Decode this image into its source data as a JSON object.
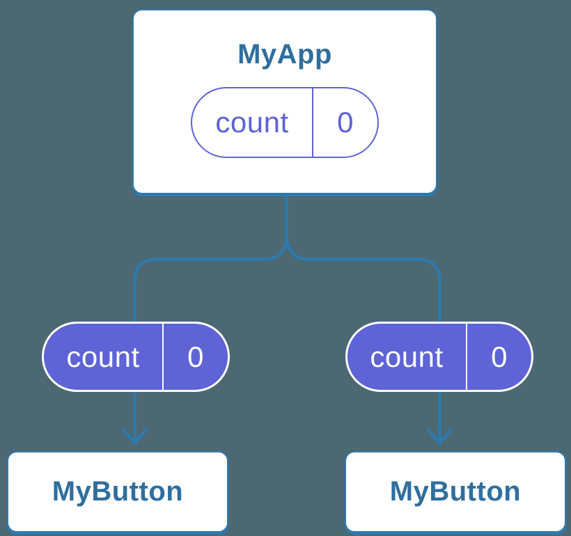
{
  "colors": {
    "background": "#4C6873",
    "connector": "#2E7AAE",
    "card_bg": "#FFFFFF",
    "card_text": "#2F6F9E",
    "purple": "#5E63D6",
    "pill_light_text": "#FFFFFF"
  },
  "tree": {
    "root": {
      "title": "MyApp",
      "state_pill": {
        "label": "count",
        "value": "0",
        "style": "outline"
      }
    },
    "edges": [
      {
        "prop_pill": {
          "label": "count",
          "value": "0",
          "style": "filled"
        },
        "child": {
          "title": "MyButton"
        }
      },
      {
        "prop_pill": {
          "label": "count",
          "value": "0",
          "style": "filled"
        },
        "child": {
          "title": "MyButton"
        }
      }
    ]
  }
}
